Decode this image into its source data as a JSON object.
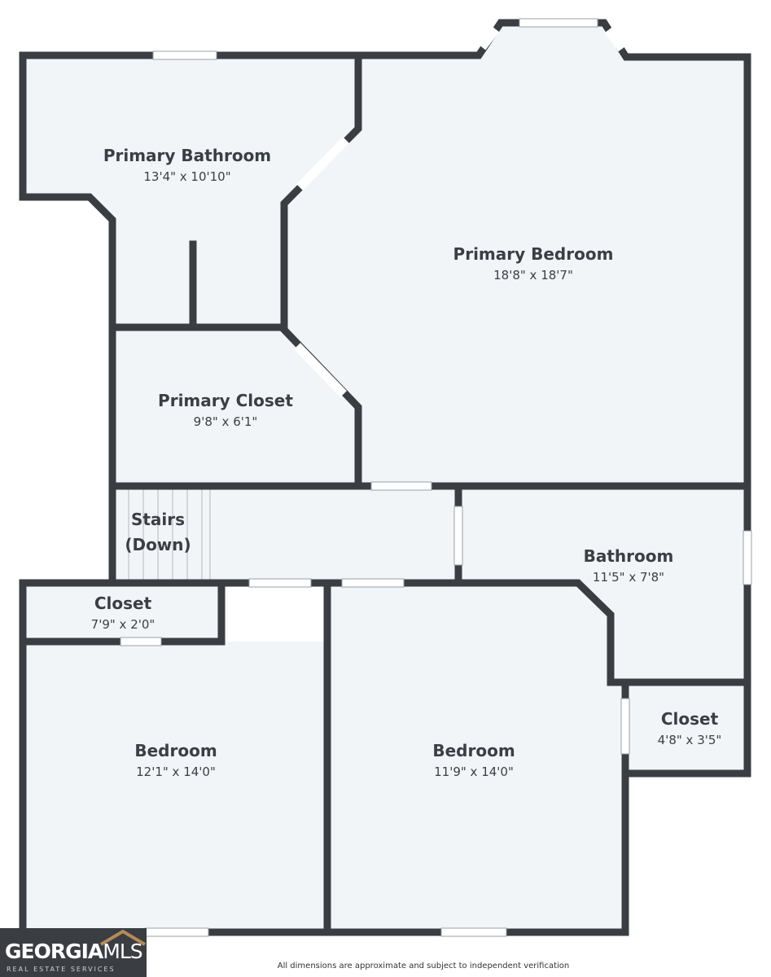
{
  "colors": {
    "wall": "#3a3d42",
    "floor": "#f2f5f8",
    "window": "#ffffff",
    "text": "#3a3f45",
    "logo_bg": "#3a3d42",
    "logo_accent": "#b38a5a"
  },
  "rooms": [
    {
      "name": "Primary Bathroom",
      "dims": "13'4\" x 10'10\""
    },
    {
      "name": "Primary Bedroom",
      "dims": "18'8\" x 18'7\""
    },
    {
      "name": "Primary Closet",
      "dims": "9'8\" x 6'1\""
    },
    {
      "name": "Stairs",
      "name2": "(Down)"
    },
    {
      "name": "Bathroom",
      "dims": "11'5\" x 7'8\""
    },
    {
      "name": "Closet",
      "dims": "7'9\" x 2'0\""
    },
    {
      "name": "Closet",
      "dims": "4'8\" x 3'5\""
    },
    {
      "name": "Bedroom",
      "dims": "12'1\" x 14'0\""
    },
    {
      "name": "Bedroom",
      "dims": "11'9\" x 14'0\""
    }
  ],
  "footer": {
    "disclaimer": "All dimensions are approximate and subject to independent verification",
    "logo_bold": "GEORGIA",
    "logo_rest": "MLS",
    "logo_tagline": "REAL ESTATE SERVICES"
  }
}
